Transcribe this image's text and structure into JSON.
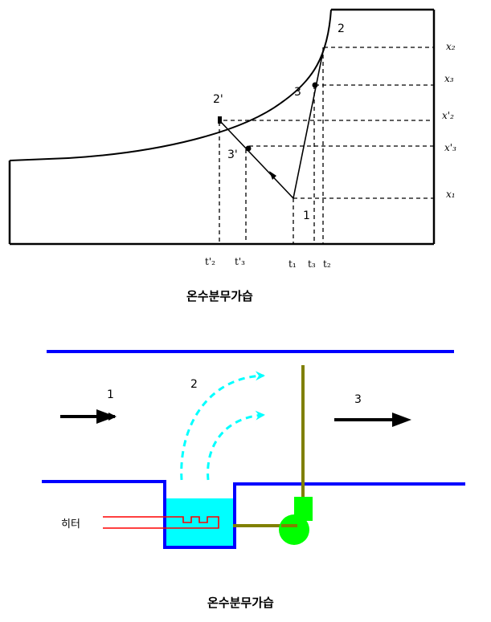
{
  "top_chart": {
    "point_labels": {
      "p2": "2",
      "p3": "3",
      "p2p": "2'",
      "p3p": "3'",
      "p1": "1"
    },
    "right_labels": {
      "x2": "x₂",
      "x3": "x₃",
      "x2p": "x'₂",
      "x3p": "x'₃",
      "x1": "x₁"
    },
    "bottom_labels": {
      "t2p": "t'₂",
      "t3p": "t'₃",
      "t1": "t₁",
      "t3": "t₃",
      "t2": "t₂"
    },
    "caption": "온수분무가습"
  },
  "bottom_diagram": {
    "flow_labels": {
      "inlet": "1",
      "spray": "2",
      "outlet": "3"
    },
    "heater_label": "히터",
    "caption": "온수분무가습",
    "colors": {
      "duct": "#0000ff",
      "water": "#00ffff",
      "spray": "#00ffff",
      "pump": "#00ff00",
      "pipe": "#808000",
      "heater": "#ff0000"
    }
  }
}
